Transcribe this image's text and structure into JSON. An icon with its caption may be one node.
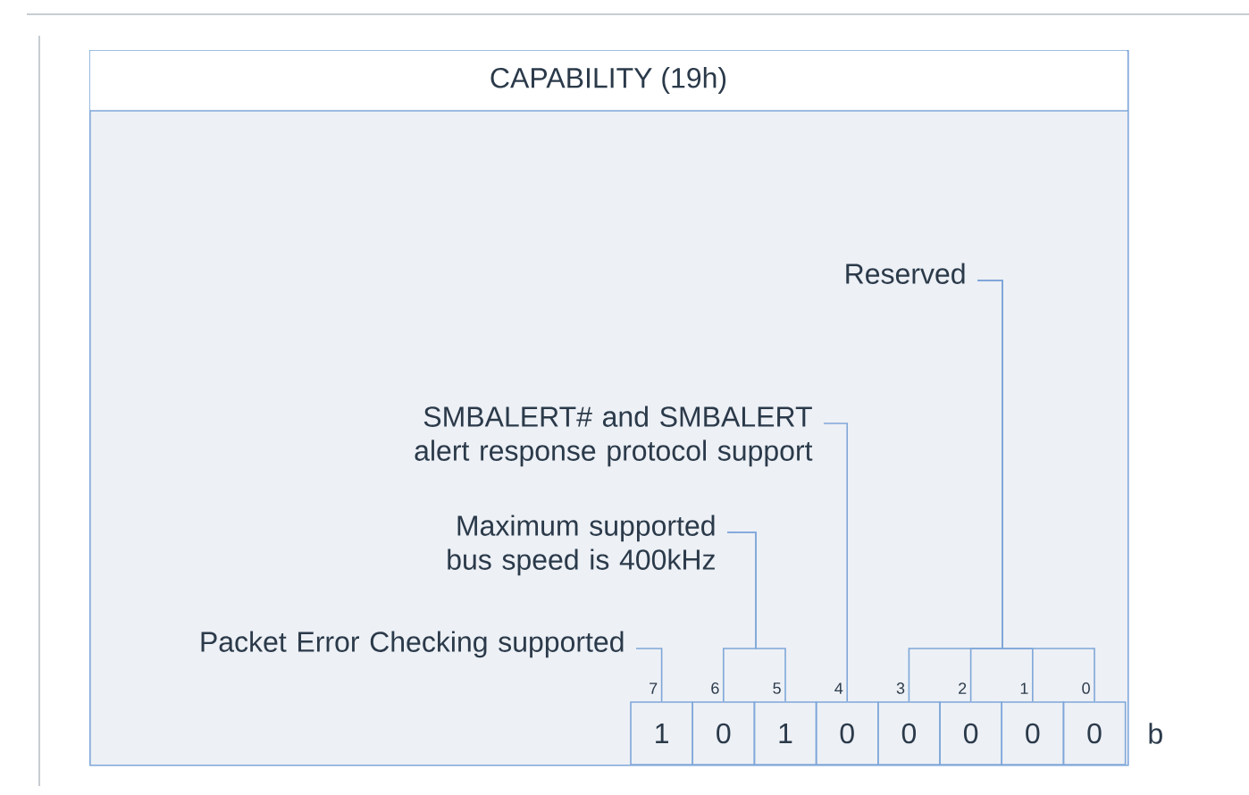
{
  "diagram": {
    "nodes": [
      {
        "text": [
          "CAPABILITY (19h)"
        ]
      },
      {
        "text": [
          "Reserved"
        ],
        "in": 0
      },
      {
        "text": [
          "SMBALERT# and SMBALERT alert response protocol support"
        ],
        "in": 0
      },
      {
        "text": [
          "Maximum supported bus speed is 400kHz"
        ],
        "in": 0
      },
      {
        "text": [
          "Packet Error Checking supported"
        ],
        "in": 0
      },
      {
        "text": [
          "1"
        ],
        "beside": [
          "7"
        ],
        "in": 0
      },
      {
        "text": [
          "0"
        ],
        "beside": [
          "6"
        ],
        "in": 0
      },
      {
        "text": [
          "1"
        ],
        "beside": [
          "5"
        ],
        "in": 0
      },
      {
        "text": [
          "0"
        ],
        "beside": [
          "4"
        ],
        "in": 0
      },
      {
        "text": [
          "0"
        ],
        "beside": [
          "3"
        ],
        "in": 0
      },
      {
        "text": [
          "0"
        ],
        "beside": [
          "2"
        ],
        "in": 0
      },
      {
        "text": [
          "0"
        ],
        "beside": [
          "1"
        ],
        "in": 0
      },
      {
        "text": [
          "0"
        ],
        "beside": [
          "0"
        ],
        "in": 0
      }
    ],
    "edges": [
      {
        "from": 1,
        "to": 9,
        "arrow": "none"
      },
      {
        "from": 1,
        "to": 10,
        "arrow": "none"
      },
      {
        "from": 1,
        "to": 11,
        "arrow": "none"
      },
      {
        "from": 1,
        "to": 12,
        "arrow": "none"
      },
      {
        "from": 2,
        "to": 8,
        "arrow": "none"
      },
      {
        "from": 3,
        "to": 6,
        "arrow": "none"
      },
      {
        "from": 3,
        "to": 7,
        "arrow": "none"
      },
      {
        "from": 4,
        "to": 5,
        "arrow": "none"
      }
    ],
    "labels": [
      "b"
    ]
  }
}
